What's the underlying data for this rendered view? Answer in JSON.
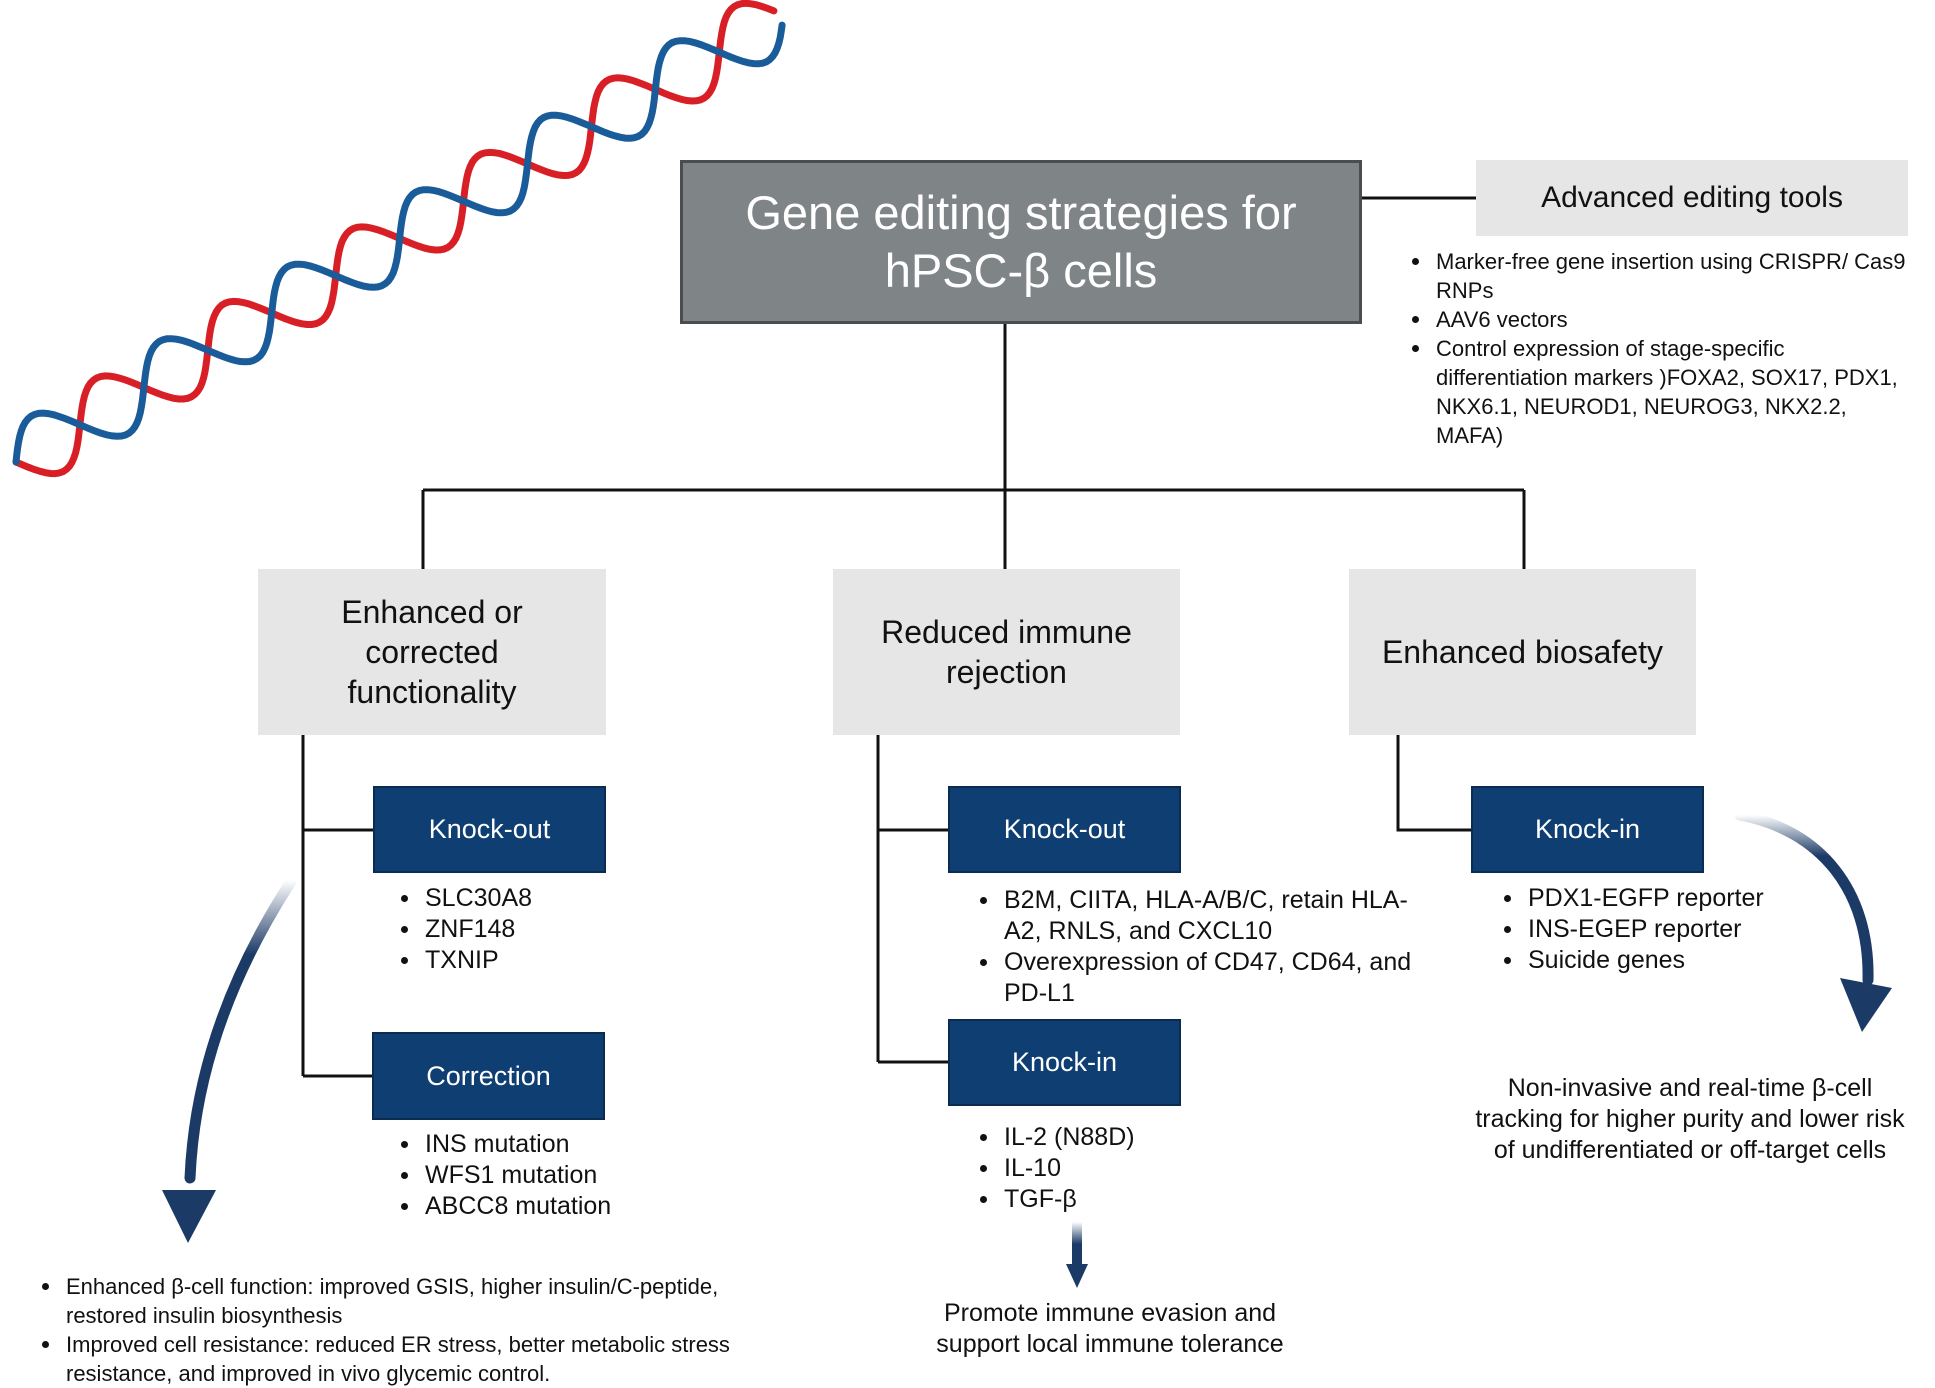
{
  "title": "Gene editing strategies for\nhPSC-β cells",
  "colors": {
    "title_box": "#7f8487",
    "category_box": "#e6e6e6",
    "method_box": "#0f3e73",
    "arrow": "#1c3a66",
    "dna_red": "#d91f26",
    "dna_blue": "#1a5c99",
    "connector": "#111111"
  },
  "advanced_tools": {
    "label": "Advanced editing tools",
    "items": [
      "Marker-free gene insertion using CRISPR/ Cas9 RNPs",
      "AAV6 vectors",
      "Control expression of stage-specific differentiation markers )FOXA2, SOX17, PDX1, NKX6.1, NEUROD1, NEUROG3, NKX2.2, MAFA)"
    ]
  },
  "categories": [
    {
      "label": "Enhanced or\ncorrected\nfunctionality",
      "methods": [
        {
          "label": "Knock-out",
          "items": [
            "SLC30A8",
            "ZNF148",
            "TXNIP"
          ]
        },
        {
          "label": "Correction",
          "items": [
            "INS mutation",
            "WFS1 mutation",
            "ABCC8 mutation"
          ]
        }
      ],
      "outcomes": [
        "Enhanced β-cell function: improved GSIS, higher insulin/C-peptide, restored insulin biosynthesis",
        "Improved cell resistance: reduced ER stress, better metabolic stress resistance, and improved in vivo glycemic control."
      ]
    },
    {
      "label": "Reduced immune\nrejection",
      "methods": [
        {
          "label": "Knock-out",
          "items": [
            "B2M, CIITA, HLA-A/B/C, retain HLA-A2, RNLS, and CXCL10",
            "Overexpression of CD47, CD64, and PD-L1"
          ]
        },
        {
          "label": "Knock-in",
          "items": [
            "IL-2 (N88D)",
            "IL-10",
            "TGF-β"
          ]
        }
      ],
      "outcome": "Promote immune evasion and\nsupport local immune tolerance"
    },
    {
      "label": "Enhanced biosafety",
      "methods": [
        {
          "label": "Knock-in",
          "items": [
            "PDX1-EGFP reporter",
            "INS-EGEP reporter",
            "Suicide genes"
          ]
        }
      ],
      "outcome": "Non-invasive and real-time β-cell\ntracking for higher purity and lower risk\nof undifferentiated or off-target cells"
    }
  ]
}
